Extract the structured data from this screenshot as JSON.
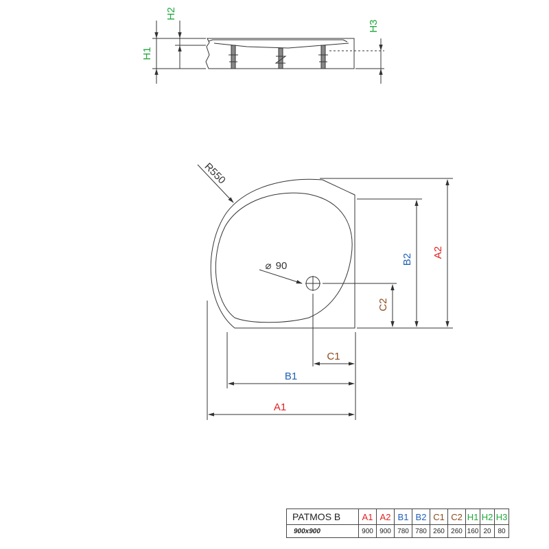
{
  "product": {
    "name": "PATMOS B",
    "size": "900x900"
  },
  "colors": {
    "a": "#e11f1f",
    "b": "#1f5fb4",
    "c": "#8b4a1c",
    "h": "#1fa83a",
    "line": "#333333"
  },
  "side_view": {
    "labels": {
      "h1": "H1",
      "h2": "H2",
      "h3": "H3"
    }
  },
  "plan_view": {
    "labels": {
      "r": "R550",
      "drain": "90",
      "a1": "A1",
      "a2": "A2",
      "b1": "B1",
      "b2": "B2",
      "c1": "C1",
      "c2": "C2"
    }
  },
  "spec_table": {
    "headers": [
      {
        "label": "A1",
        "group": "a"
      },
      {
        "label": "A2",
        "group": "a"
      },
      {
        "label": "B1",
        "group": "b"
      },
      {
        "label": "B2",
        "group": "b"
      },
      {
        "label": "C1",
        "group": "c"
      },
      {
        "label": "C2",
        "group": "c"
      },
      {
        "label": "H1",
        "group": "h"
      },
      {
        "label": "H2",
        "group": "h"
      },
      {
        "label": "H3",
        "group": "h"
      }
    ],
    "values": [
      "900",
      "900",
      "780",
      "780",
      "260",
      "260",
      "160",
      "20",
      "80"
    ]
  }
}
